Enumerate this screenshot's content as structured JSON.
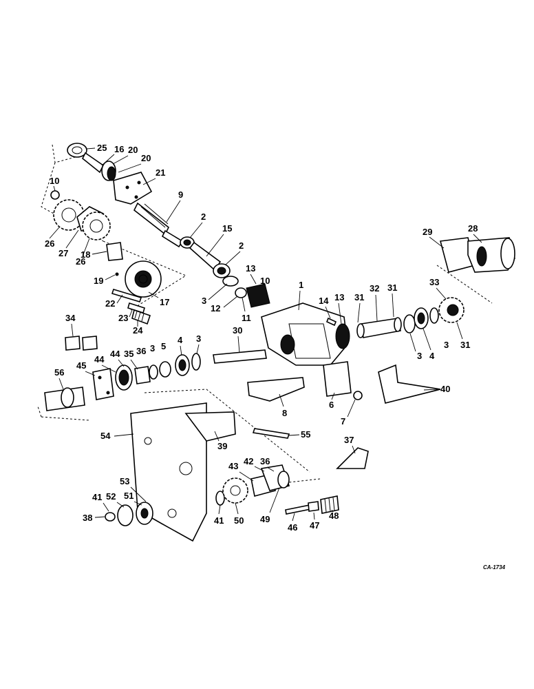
{
  "drawing_code": "CA-1734",
  "callouts": [
    "1",
    "2",
    "3",
    "4",
    "5",
    "6",
    "7",
    "8",
    "9",
    "10",
    "11",
    "12",
    "13",
    "14",
    "15",
    "16",
    "17",
    "18",
    "19",
    "20",
    "21",
    "22",
    "23",
    "24",
    "25",
    "26",
    "27",
    "28",
    "29",
    "30",
    "31",
    "32",
    "33",
    "34",
    "35",
    "36",
    "37",
    "38",
    "39",
    "40",
    "41",
    "42",
    "43",
    "44",
    "45",
    "46",
    "47",
    "48",
    "49",
    "50",
    "51",
    "52",
    "53",
    "54",
    "55",
    "56"
  ]
}
